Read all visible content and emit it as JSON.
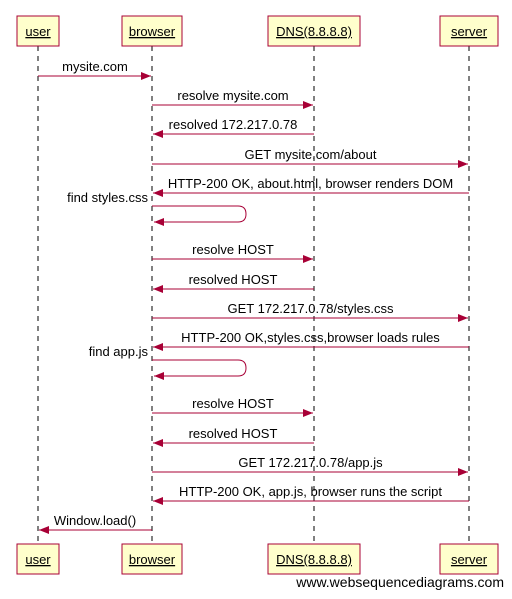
{
  "participants": [
    "user",
    "browser",
    "DNS(8.8.8.8)",
    "server"
  ],
  "messages": [
    {
      "from": "user",
      "to": "browser",
      "text": "mysite.com"
    },
    {
      "from": "browser",
      "to": "DNS(8.8.8.8)",
      "text": "resolve mysite.com"
    },
    {
      "from": "DNS(8.8.8.8)",
      "to": "browser",
      "text": "resolved 172.217.0.78"
    },
    {
      "from": "browser",
      "to": "server",
      "text": "GET mysite.com/about"
    },
    {
      "from": "server",
      "to": "browser",
      "text": "HTTP-200 OK, about.html, browser renders DOM"
    },
    {
      "from": "browser",
      "to": "browser",
      "text": "find styles.css"
    },
    {
      "from": "browser",
      "to": "DNS(8.8.8.8)",
      "text": "resolve HOST"
    },
    {
      "from": "DNS(8.8.8.8)",
      "to": "browser",
      "text": "resolved HOST"
    },
    {
      "from": "browser",
      "to": "server",
      "text": "GET 172.217.0.78/styles.css"
    },
    {
      "from": "server",
      "to": "browser",
      "text": "HTTP-200 OK,styles.css,browser loads rules"
    },
    {
      "from": "browser",
      "to": "browser",
      "text": "find app.js"
    },
    {
      "from": "browser",
      "to": "DNS(8.8.8.8)",
      "text": "resolve HOST"
    },
    {
      "from": "DNS(8.8.8.8)",
      "to": "browser",
      "text": "resolved HOST"
    },
    {
      "from": "browser",
      "to": "server",
      "text": "GET 172.217.0.78/app.js"
    },
    {
      "from": "server",
      "to": "browser",
      "text": "HTTP-200 OK, app.js, browser runs the script"
    },
    {
      "from": "browser",
      "to": "user",
      "text": "Window.load()"
    }
  ],
  "watermark": "www.websequencediagrams.com",
  "colors": {
    "arrow": "#a80036",
    "box_fill": "#ffffcc",
    "box_border": "#a80036"
  }
}
